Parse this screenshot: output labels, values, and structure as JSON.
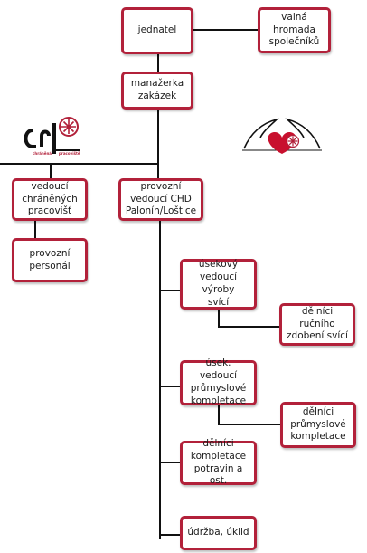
{
  "nodes": {
    "jednatel": "jednatel",
    "valna_hromada": "valná hromada\nspolečníků",
    "manazerka": "manažerka\nzakázek",
    "vedouci_chranenych": "vedoucí\nchráněných\npracovišť",
    "provozni_vedouci": "provozní\nvedoucí CHD\nPalonín/Loštice",
    "provozni_personal": "provozní\npersonál",
    "usekovy_vedouci_svici": "úsekový\nvedoucí výroby\nsvící",
    "delnici_rucniho": "dělníci ručního\nzdobení svící",
    "usek_vedouci_prumyslove": "úsek. vedoucí\nprůmyslové\nkompletace",
    "delnici_prumyslove": "dělníci\nprůmyslové\nkompletace",
    "delnici_kompletace": "dělníci\nkompletace\npotravin a ost.",
    "udrzba": "údržba, úklid"
  },
  "logo_cp": {
    "text_left": "chráněná",
    "text_right": "pracoviště"
  },
  "colors": {
    "border": "#b2213a",
    "connector": "#111111"
  },
  "icons": [
    "chranena-pracoviste-logo",
    "hands-heart-logo"
  ]
}
